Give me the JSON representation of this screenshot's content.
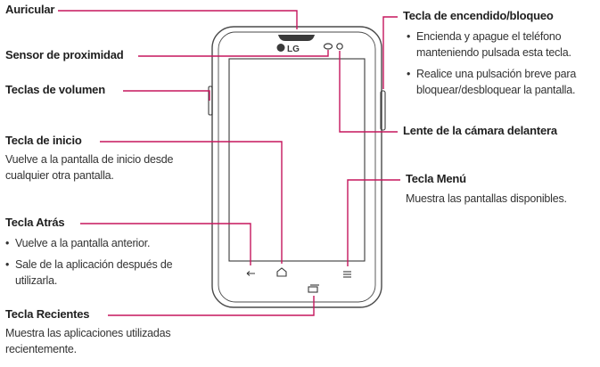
{
  "phone": {
    "brand": "LG"
  },
  "callouts": {
    "auricular": {
      "label": "Auricular"
    },
    "sensor": {
      "label": "Sensor de proximidad"
    },
    "volumen": {
      "label": "Teclas de volumen"
    },
    "inicio": {
      "label": "Tecla de inicio",
      "description_lines": [
        "Vuelve a la pantalla de inicio desde",
        "cualquier otra pantalla."
      ]
    },
    "atras": {
      "label": "Tecla Atrás",
      "bullets": [
        "Vuelve a la pantalla anterior.",
        "Sale de la aplicación después de",
        "utilizarla."
      ]
    },
    "recientes": {
      "label": "Tecla Recientes",
      "description_lines": [
        "Muestra las aplicaciones utilizadas",
        "recientemente."
      ]
    },
    "encendido": {
      "label": "Tecla de encendido/bloqueo",
      "bullets": [
        "Encienda y apague el teléfono",
        "manteniendo pulsada esta tecla.",
        "Realice una pulsación breve para",
        "bloquear/desbloquear la pantalla."
      ]
    },
    "camara": {
      "label": "Lente de la cámara delantera"
    },
    "menu": {
      "label": "Tecla Menú",
      "description_lines": [
        "Muestra las pantallas disponibles."
      ]
    }
  },
  "colors": {
    "accent": "#c5165d",
    "outline": "#4a4a4a",
    "text": "#1f1f1f"
  }
}
